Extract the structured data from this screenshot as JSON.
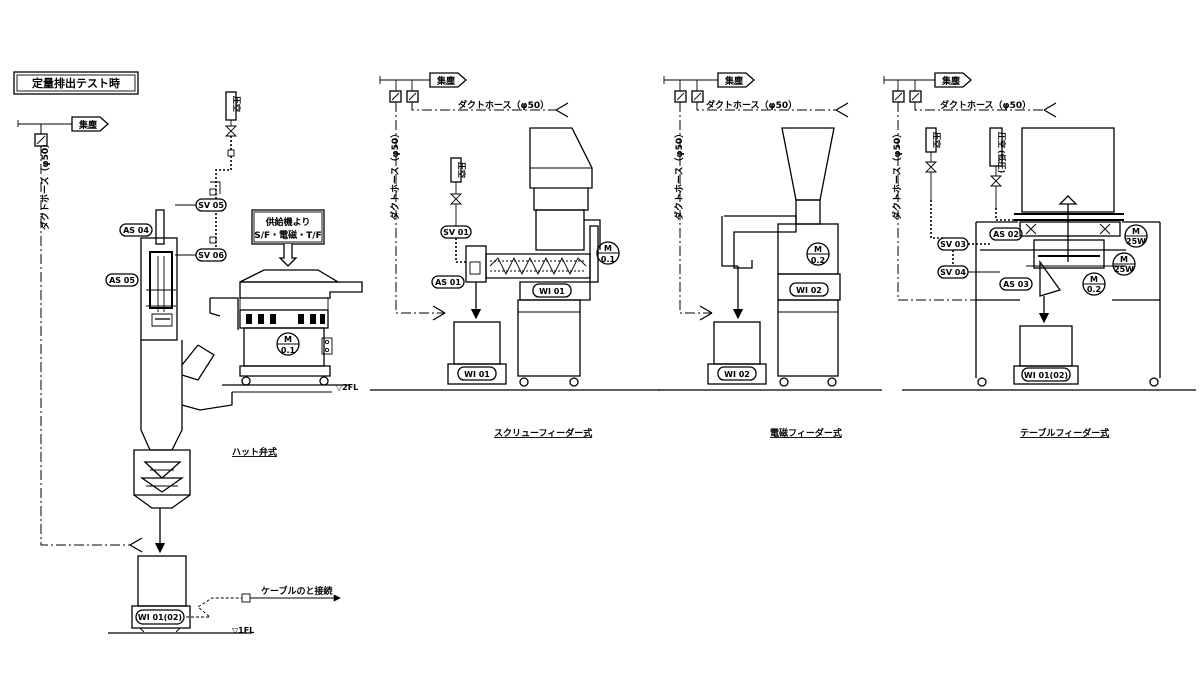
{
  "title_box": "定量排出テスト時",
  "dust": "集塵",
  "duct_label": "ダクトホース（φ50）",
  "compressed_air": "圧空",
  "low_pressure_air": "(低圧)",
  "supply_box": {
    "line1": "供給機より",
    "line2": "S/F・電磁・T/F"
  },
  "motor": {
    "m": "M",
    "p01": "0.1",
    "p02": "0.2",
    "p25w": "25W"
  },
  "solenoid_valves": {
    "sv01": "SV 01",
    "sv03": "SV 03",
    "sv04": "SV 04",
    "sv05": "SV 05",
    "sv06": "SV 06"
  },
  "air_sensors": {
    "as01": "AS 01",
    "as02": "AS 02",
    "as03": "AS 03",
    "as04": "AS 04",
    "as05": "AS 05"
  },
  "weighers": {
    "wi01": "WI 01",
    "wi02": "WI 02",
    "wi0102": "WI 01(02)"
  },
  "floor": {
    "f2": "▽2FL",
    "f1": "▽1FL"
  },
  "cable": "ケーブルのと接続",
  "captions": {
    "hat": "ハット弁式",
    "screw": "スクリューフィーダー式",
    "electromag": "電磁フィーダー式",
    "table": "テーブルフィーダー式"
  }
}
